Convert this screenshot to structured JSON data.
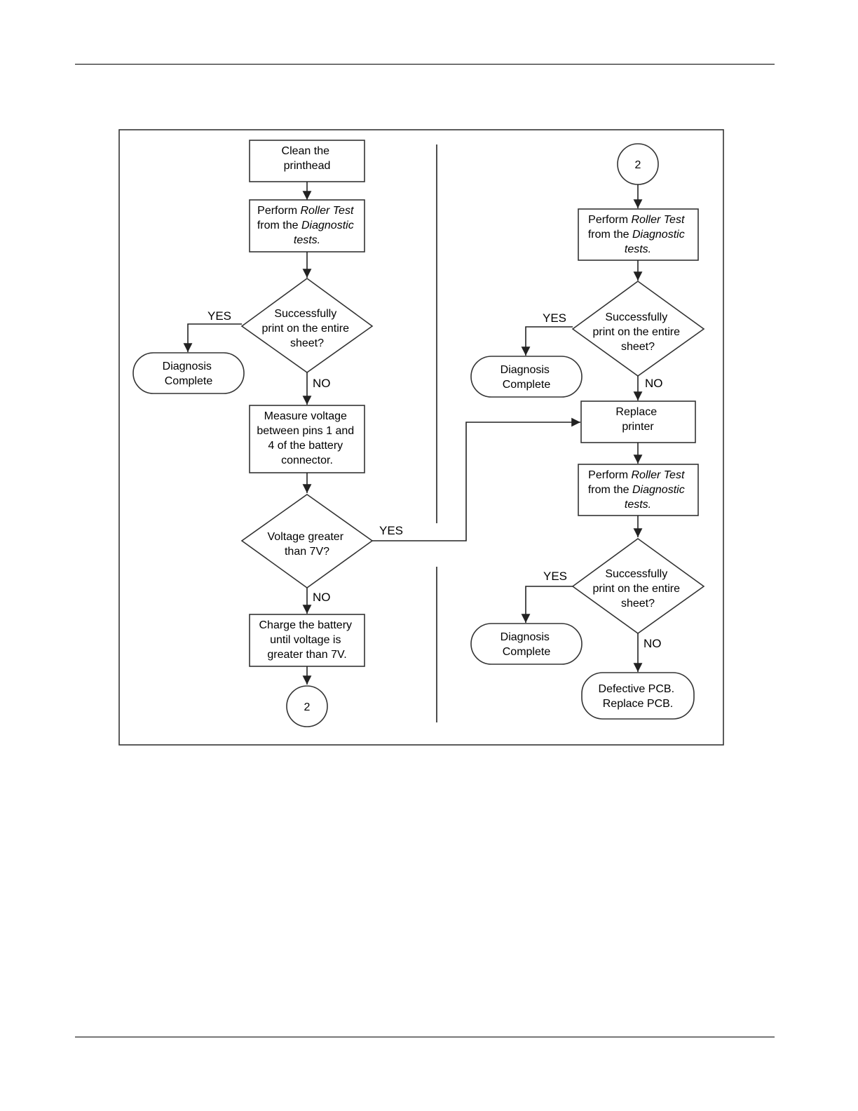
{
  "flowchart": {
    "left": {
      "start": "Clean the printhead",
      "roller_test": "Perform Roller Test from the Diagnostic tests.",
      "decision_print": "Successfully print on the entire sheet?",
      "yes_label": "YES",
      "no_label": "NO",
      "diagnosis_complete": "Diagnosis Complete",
      "measure": "Measure voltage between pins 1 and 4 of the battery connector.",
      "decision_voltage": "Voltage greater than 7V?",
      "voltage_yes": "YES",
      "voltage_no": "NO",
      "charge": "Charge the battery until voltage is greater than 7V.",
      "connector": "2"
    },
    "right": {
      "connector": "2",
      "roller_test_1": "Perform Roller Test from the Diagnostic tests.",
      "decision_print_1": "Successfully print on the entire sheet?",
      "yes_label_1": "YES",
      "no_label_1": "NO",
      "diagnosis_complete_1": "Diagnosis Complete",
      "replace_printer": "Replace printer",
      "roller_test_2": "Perform Roller Test from the Diagnostic tests.",
      "decision_print_2": "Successfully print on the entire sheet?",
      "yes_label_2": "YES",
      "no_label_2": "NO",
      "diagnosis_complete_2": "Diagnosis Complete",
      "defective": "Defective PCB. Replace PCB."
    }
  }
}
